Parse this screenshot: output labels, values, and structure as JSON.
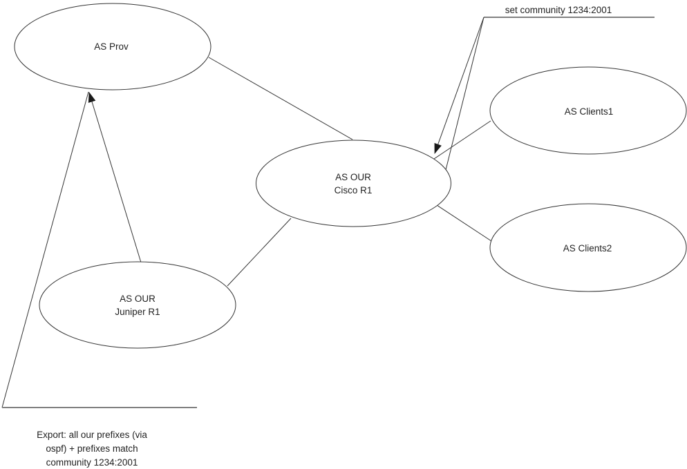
{
  "diagram": {
    "title_hint": "BGP community export diagram",
    "colors": {
      "background": "#ffffff",
      "line": "#333333",
      "callout_rule": "#808080",
      "text": "#1f1f1f",
      "arrowhead": "#1a1a1a"
    },
    "nodes": {
      "prov": {
        "label": "AS Prov"
      },
      "cisco": {
        "line1": "AS OUR",
        "line2": "Cisco R1"
      },
      "juniper": {
        "line1": "AS OUR",
        "line2": "Juniper R1"
      },
      "clients1": {
        "label": "AS Clients1"
      },
      "clients2": {
        "label": "AS Clients2"
      }
    },
    "annotations": {
      "set_community": {
        "label": "set community 1234:2001"
      },
      "export": {
        "line1": "Export: all our prefixes (via",
        "line2": "ospf) + prefixes match",
        "line3": "community 1234:2001"
      }
    }
  }
}
